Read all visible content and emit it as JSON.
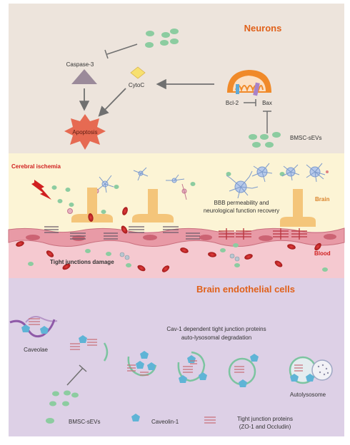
{
  "neurons": {
    "title": "Neurons",
    "caspase": "Caspase-3",
    "cytoc": "CytoC",
    "apoptosis": "Apoptosis",
    "bcl2": "Bcl-2",
    "bax": "Bax",
    "evs": "BMSC-sEVs"
  },
  "bbb": {
    "ischemia": "Cerebral ischemia",
    "brain": "Brain",
    "blood": "Blood",
    "recovery_line1": "BBB permeability and",
    "recovery_line2": "neurological function recovery",
    "tj_damage": "Tight junctions damage"
  },
  "endothelial": {
    "title": "Brain endothelial cells",
    "caveolae": "Caveolae",
    "process_line1": "Cav-1 dependent tight junction proteins",
    "process_line2": "auto-lysosomal degradation",
    "autolysosome": "Autolysosome",
    "legend_evs": "BMSC-sEVs",
    "legend_cav1": "Caveolin-1",
    "legend_tjp_line1": "Tight junction proteins",
    "legend_tjp_line2": "(ZO-1 and Occludin)"
  },
  "colors": {
    "neuron_bg": "#ede4dc",
    "brain_bg": "#fcf4d5",
    "blood_bg": "#f5c9d0",
    "endo_bg": "#ddd0e6",
    "accent_title": "#e0611a",
    "ischemia_red": "#d02020",
    "ev_green": "#8ccca0",
    "caveolin_blue": "#5fb4d6",
    "astrocyte_gold": "#f4c57a"
  }
}
